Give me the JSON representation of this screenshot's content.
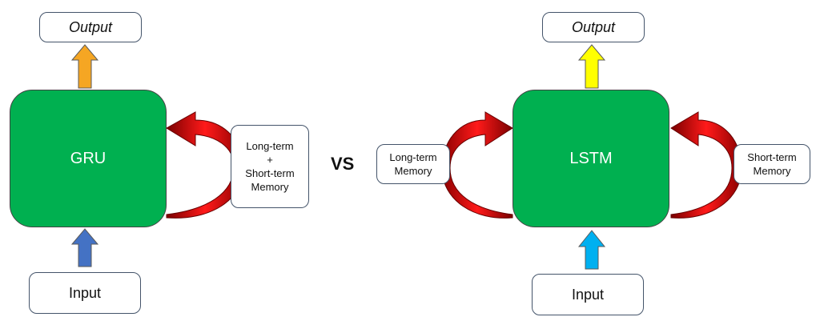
{
  "gru": {
    "output": "Output",
    "core": "GRU",
    "input": "Input",
    "memory_lines": [
      "Long-term",
      "+",
      "Short-term",
      "Memory"
    ]
  },
  "vs": "VS",
  "lstm": {
    "output": "Output",
    "core": "LSTM",
    "input": "Input",
    "long_memory_lines": [
      "Long-term",
      "Memory"
    ],
    "short_memory_lines": [
      "Short-term",
      "Memory"
    ]
  },
  "colors": {
    "core_green": "#00b050",
    "gru_output_arrow": "#f5a623",
    "gru_input_arrow": "#4472c4",
    "lstm_output_arrow": "#ffff00",
    "lstm_input_arrow": "#00b0f0",
    "loop_arrow": "#e00000"
  }
}
